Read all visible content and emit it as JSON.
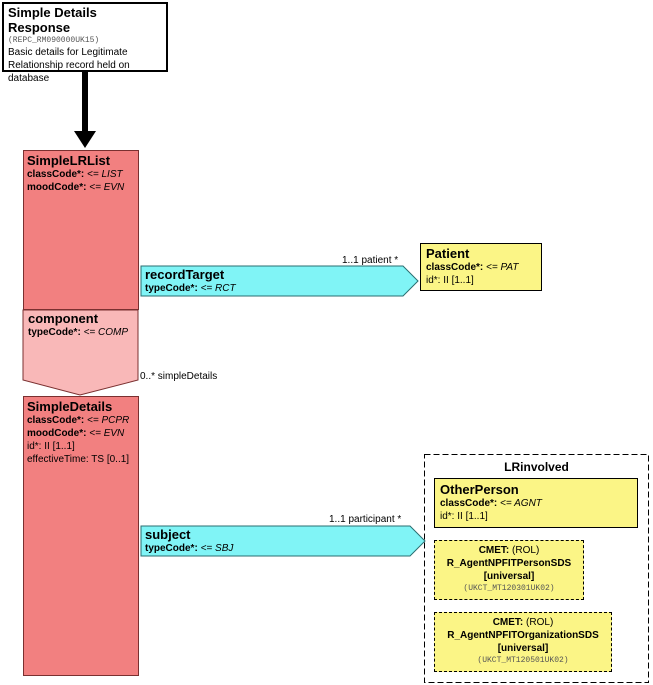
{
  "entry": {
    "title": "Simple Details Response",
    "code": "(REPC_RM090000UK15)",
    "description_lines": [
      "Basic details for Legitimate",
      "Relationship record held on",
      "database"
    ]
  },
  "simple_lr_list": {
    "title": "SimpleLRList",
    "class_code_label": "classCode*:",
    "class_code_value": "<= LIST",
    "mood_code_label": "moodCode*:",
    "mood_code_value": "<= EVN"
  },
  "record_target": {
    "title": "recordTarget",
    "type_code_label": "typeCode*:",
    "type_code_value": "<= RCT",
    "multiplicity": "1..1 patient  *"
  },
  "patient": {
    "title": "Patient",
    "class_code_label": "classCode*:",
    "class_code_value": "<= PAT",
    "id": "id*: II [1..1]"
  },
  "component": {
    "title": "component",
    "type_code_label": "typeCode*:",
    "type_code_value": "<= COMP",
    "multiplicity": "0..* simpleDetails"
  },
  "simple_details": {
    "title": "SimpleDetails",
    "class_code_label": "classCode*:",
    "class_code_value": "<= PCPR",
    "mood_code_label": "moodCode*:",
    "mood_code_value": "<= EVN",
    "id": "id*: II [1..1]",
    "effective_time": "effectiveTime: TS [0..1]"
  },
  "subject": {
    "title": "subject",
    "type_code_label": "typeCode*:",
    "type_code_value": "<= SBJ",
    "multiplicity": "1..1 participant  *"
  },
  "lr_involved": {
    "title": "LRinvolved",
    "other_person": {
      "title": "OtherPerson",
      "class_code_label": "classCode*:",
      "class_code_value": "<= AGNT",
      "id": "id*: II [1..1]"
    },
    "cmets": [
      {
        "cmet_label": "CMET:",
        "role": "(ROL)",
        "name": "R_AgentNPFITPersonSDS",
        "flavor": "[universal]",
        "code": "(UKCT_MT120301UK02)"
      },
      {
        "cmet_label": "CMET:",
        "role": "(ROL)",
        "name": "R_AgentNPFITOrganizationSDS",
        "flavor": "[universal]",
        "code": "(UKCT_MT120501UK02)"
      }
    ]
  },
  "colors": {
    "act": "#f28080",
    "act_relationship": "#f9b8b8",
    "participation": "#80f4f6",
    "role": "#fbf586"
  }
}
